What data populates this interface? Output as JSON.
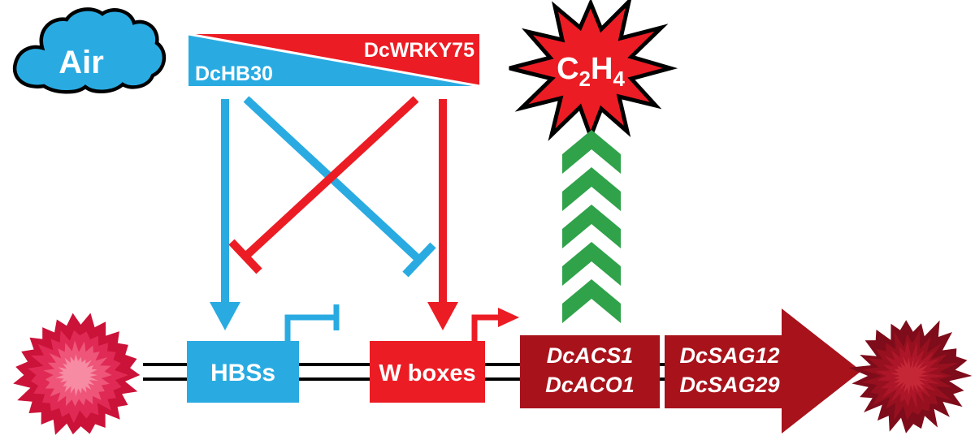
{
  "figure": {
    "air_label": "Air",
    "bar": {
      "dchb30": "DcHB30",
      "dcwrky75": "DcWRKY75"
    },
    "ethylene": {
      "c": "C",
      "sub2": "2",
      "h": "H",
      "sub4": "4"
    },
    "hbs_label": "HBSs",
    "wbox_label": "W boxes",
    "biosynthesis_genes": {
      "line1": "DcACS1",
      "line2": "DcACO1"
    },
    "senescence_genes": {
      "line1": "DcSAG12",
      "line2": "DcSAG29"
    }
  },
  "colors": {
    "blue": "#29abe2",
    "red": "#ec1c24",
    "dark_red": "#a8121b",
    "green": "#2fa24a",
    "black": "#000000"
  },
  "icons": {
    "air": "cloud-icon",
    "ethylene": "starburst-icon",
    "induction": "chevron-up-icons",
    "fresh_flower": "carnation-flower-fresh",
    "wilted_flower": "carnation-flower-wilted"
  },
  "flowers": {
    "fresh_palette": [
      "#cb1238",
      "#e02a55",
      "#ee5579",
      "#f68ba3"
    ],
    "wilted_palette": [
      "#7e0c1a",
      "#97101f",
      "#ad1628",
      "#c62737"
    ]
  }
}
